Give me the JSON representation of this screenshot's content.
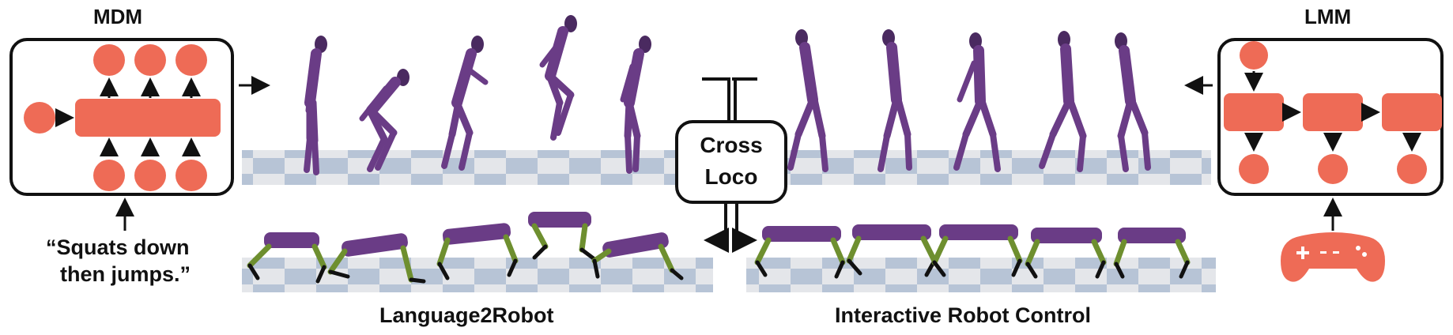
{
  "labels": {
    "mdm_title": "MDM",
    "lmm_title": "LMM",
    "quote_line1": "“Squats down",
    "quote_line2": "then jumps.”",
    "crossloco_line1": "Cross",
    "crossloco_line2": "Loco",
    "language2robot": "Language2Robot",
    "interactive_control": "Interactive Robot Control"
  },
  "colors": {
    "accent": "#ee6b56",
    "robot_body": "#6a3c86",
    "robot_leg": "#6e8f2f",
    "floor_light": "#e4e6ea",
    "floor_blue": "#b7c4d6"
  },
  "icons": {
    "controller": "gamepad-icon"
  }
}
